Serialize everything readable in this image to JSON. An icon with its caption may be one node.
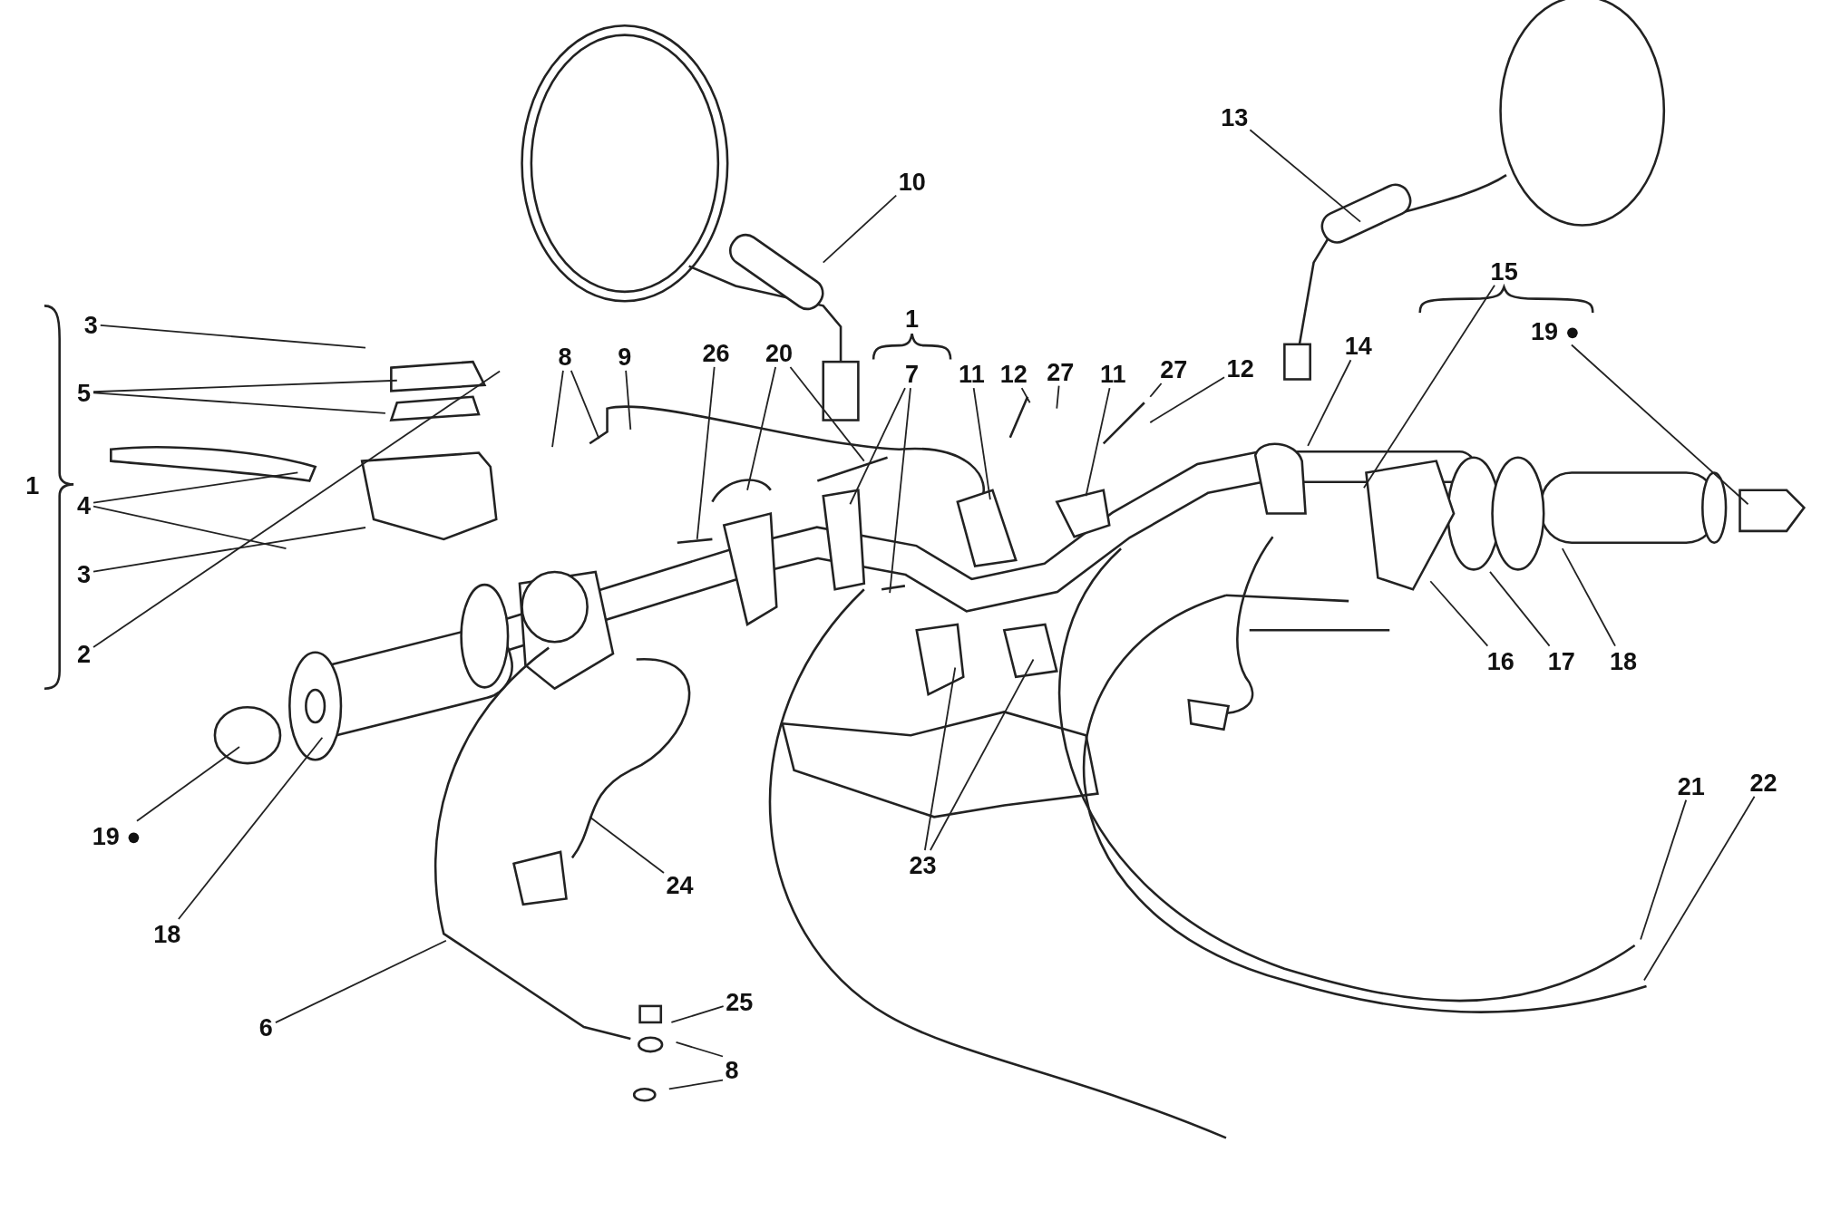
{
  "diagram": {
    "nodes": [
      {
        "text": [
          "3"
        ]
      },
      {
        "text": [
          "5"
        ]
      },
      {
        "text": [
          "4"
        ]
      },
      {
        "text": [
          "3"
        ]
      },
      {
        "text": [
          "2"
        ]
      },
      {
        "text": [
          "8"
        ]
      },
      {
        "text": [
          "9"
        ]
      },
      {
        "text": [
          "26"
        ]
      },
      {
        "text": [
          "20"
        ]
      },
      {
        "text": [
          "10"
        ]
      },
      {
        "text": [
          "7"
        ]
      },
      {
        "text": [
          "11"
        ]
      },
      {
        "text": [
          "12"
        ]
      },
      {
        "text": [
          "27"
        ]
      },
      {
        "text": [
          "11"
        ]
      },
      {
        "text": [
          "27"
        ]
      },
      {
        "text": [
          "12"
        ]
      },
      {
        "text": [
          "13"
        ]
      },
      {
        "text": [
          "14"
        ]
      },
      {
        "text": [
          "15"
        ]
      },
      {
        "text": [
          "19 ●"
        ]
      },
      {
        "text": [
          "16"
        ]
      },
      {
        "text": [
          "17"
        ]
      },
      {
        "text": [
          "18"
        ]
      },
      {
        "text": [
          "23"
        ]
      },
      {
        "text": [
          "21"
        ]
      },
      {
        "text": [
          "22"
        ]
      },
      {
        "text": [
          "24"
        ]
      },
      {
        "text": [
          "18"
        ]
      },
      {
        "text": [
          "19 ●"
        ]
      },
      {
        "text": [
          "6"
        ]
      },
      {
        "text": [
          "25"
        ]
      },
      {
        "text": [
          "8"
        ]
      }
    ],
    "edges": [
      {
        "from": 0,
        "to": null,
        "arrow": "none"
      },
      {
        "from": 1,
        "to": null,
        "arrow": "none"
      },
      {
        "from": 1,
        "to": null,
        "arrow": "none"
      },
      {
        "from": 2,
        "to": null,
        "arrow": "none"
      },
      {
        "from": 2,
        "to": null,
        "arrow": "none"
      },
      {
        "from": 3,
        "to": null,
        "arrow": "none"
      },
      {
        "from": 4,
        "to": null,
        "arrow": "none"
      },
      {
        "from": 5,
        "to": null,
        "arrow": "none"
      },
      {
        "from": 5,
        "to": null,
        "arrow": "none"
      },
      {
        "from": 6,
        "to": null,
        "arrow": "none"
      },
      {
        "from": 7,
        "to": null,
        "arrow": "none"
      },
      {
        "from": 8,
        "to": null,
        "arrow": "none"
      },
      {
        "from": 8,
        "to": null,
        "arrow": "none"
      },
      {
        "from": 9,
        "to": null,
        "arrow": "none"
      },
      {
        "from": 10,
        "to": null,
        "arrow": "none"
      },
      {
        "from": 10,
        "to": null,
        "arrow": "none"
      },
      {
        "from": 11,
        "to": null,
        "arrow": "none"
      },
      {
        "from": 12,
        "to": null,
        "arrow": "none"
      },
      {
        "from": 13,
        "to": null,
        "arrow": "none"
      },
      {
        "from": 14,
        "to": null,
        "arrow": "none"
      },
      {
        "from": 15,
        "to": null,
        "arrow": "none"
      },
      {
        "from": 16,
        "to": null,
        "arrow": "none"
      },
      {
        "from": 17,
        "to": null,
        "arrow": "none"
      },
      {
        "from": 18,
        "to": null,
        "arrow": "none"
      },
      {
        "from": 19,
        "to": null,
        "arrow": "none"
      },
      {
        "from": 20,
        "to": null,
        "arrow": "none"
      },
      {
        "from": 21,
        "to": null,
        "arrow": "none"
      },
      {
        "from": 22,
        "to": null,
        "arrow": "none"
      },
      {
        "from": 23,
        "to": null,
        "arrow": "none"
      },
      {
        "from": 24,
        "to": null,
        "arrow": "none"
      },
      {
        "from": 24,
        "to": null,
        "arrow": "none"
      },
      {
        "from": 25,
        "to": null,
        "arrow": "none"
      },
      {
        "from": 26,
        "to": null,
        "arrow": "none"
      },
      {
        "from": 27,
        "to": null,
        "arrow": "none"
      },
      {
        "from": 28,
        "to": null,
        "arrow": "none"
      },
      {
        "from": 29,
        "to": null,
        "arrow": "none"
      },
      {
        "from": 30,
        "to": null,
        "arrow": "none"
      },
      {
        "from": 31,
        "to": null,
        "arrow": "none"
      },
      {
        "from": 32,
        "to": null,
        "arrow": "none"
      },
      {
        "from": 32,
        "to": null,
        "arrow": "none"
      }
    ],
    "labels": [
      "1",
      "1"
    ]
  }
}
